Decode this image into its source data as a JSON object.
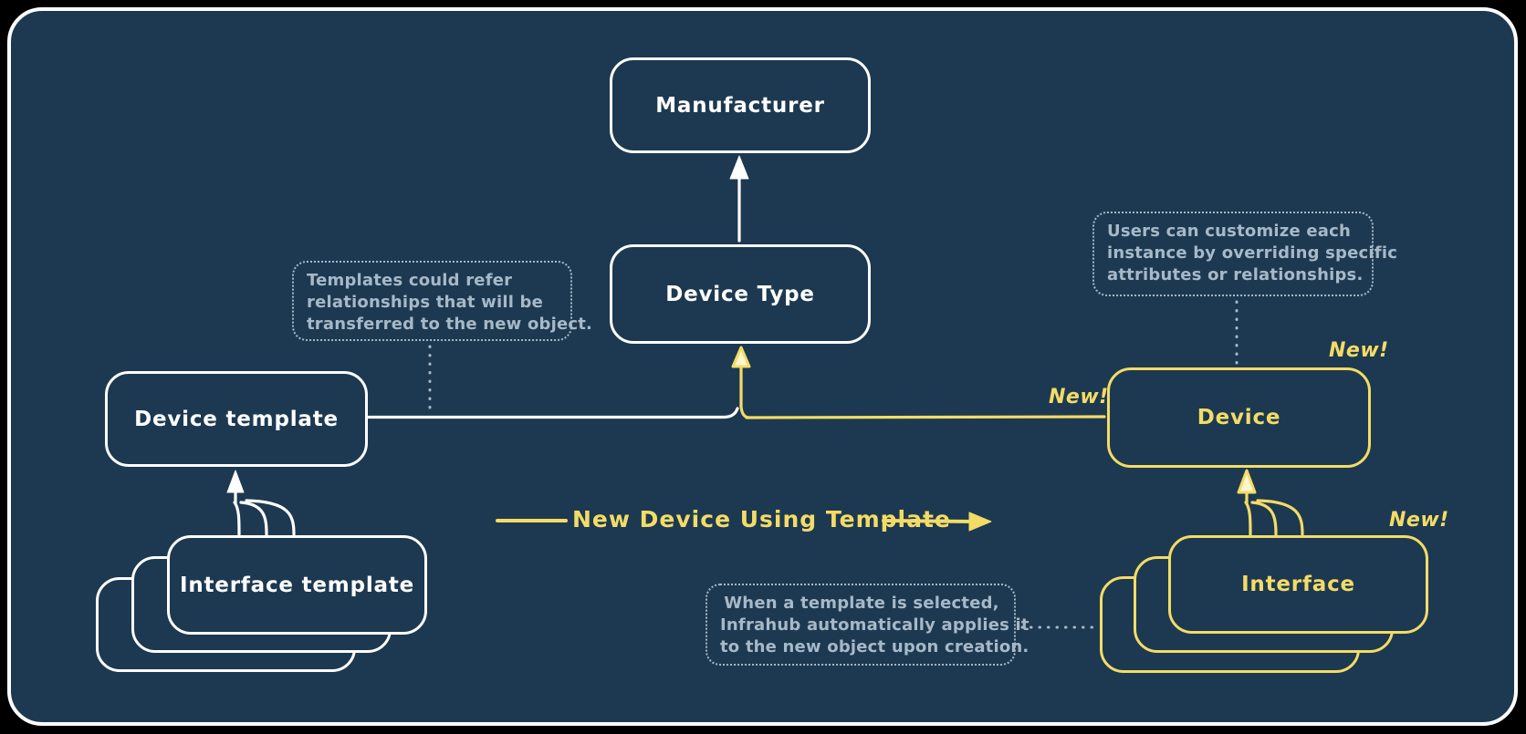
{
  "colors": {
    "canvas": "#1d3951",
    "stroke-white": "#ffffff",
    "accent-yellow": "#f3dc66",
    "note": "#a7b9c7",
    "outer": "#000000"
  },
  "diagram": {
    "nodes": {
      "manufacturer": {
        "label": "Manufacturer"
      },
      "device_type": {
        "label": "Device Type"
      },
      "device_template": {
        "label": "Device template"
      },
      "device": {
        "label": "Device"
      },
      "interface_template": {
        "label": "Interface template"
      },
      "interface": {
        "label": "Interface"
      }
    },
    "annotations": {
      "templates_note": {
        "line1": "Templates could refer",
        "line2": "relationships that will be",
        "line3": "transferred to the new object."
      },
      "customize_note": {
        "line1": "Users can customize each",
        "line2": "instance by overriding specific",
        "line3": "attributes or relationships."
      },
      "apply_note": {
        "line1": "When a template is selected,",
        "line2": "Infrahub automatically applies it",
        "line3": "to the new object upon creation."
      }
    },
    "labels": {
      "flow": "New Device Using Template",
      "new_device_side": "New!",
      "new_device_top": "New!",
      "new_interface": "New!"
    }
  }
}
